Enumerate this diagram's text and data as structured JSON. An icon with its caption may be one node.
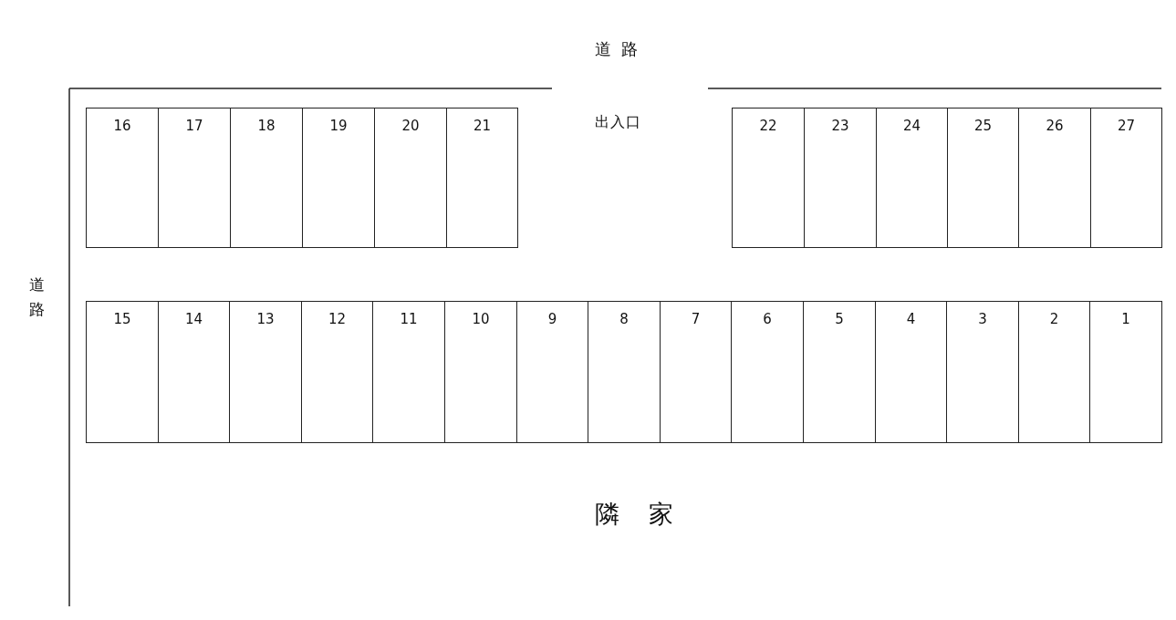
{
  "diagram": {
    "nodes": [
      {
        "text": [
          "16"
        ]
      },
      {
        "text": [
          "17"
        ]
      },
      {
        "text": [
          "18"
        ]
      },
      {
        "text": [
          "19"
        ]
      },
      {
        "text": [
          "20"
        ]
      },
      {
        "text": [
          "21"
        ]
      },
      {
        "text": [
          "22"
        ]
      },
      {
        "text": [
          "23"
        ]
      },
      {
        "text": [
          "24"
        ]
      },
      {
        "text": [
          "25"
        ]
      },
      {
        "text": [
          "26"
        ]
      },
      {
        "text": [
          "27"
        ]
      },
      {
        "text": [
          "15"
        ]
      },
      {
        "text": [
          "14"
        ]
      },
      {
        "text": [
          "13"
        ]
      },
      {
        "text": [
          "12"
        ]
      },
      {
        "text": [
          "11"
        ]
      },
      {
        "text": [
          "10"
        ]
      },
      {
        "text": [
          "9"
        ]
      },
      {
        "text": [
          "8"
        ]
      },
      {
        "text": [
          "7"
        ]
      },
      {
        "text": [
          "6"
        ]
      },
      {
        "text": [
          "5"
        ]
      },
      {
        "text": [
          "4"
        ]
      },
      {
        "text": [
          "3"
        ]
      },
      {
        "text": [
          "2"
        ]
      },
      {
        "text": [
          "1"
        ]
      }
    ],
    "labels": [
      "道路",
      "出入口",
      "道路",
      "隣家"
    ]
  }
}
